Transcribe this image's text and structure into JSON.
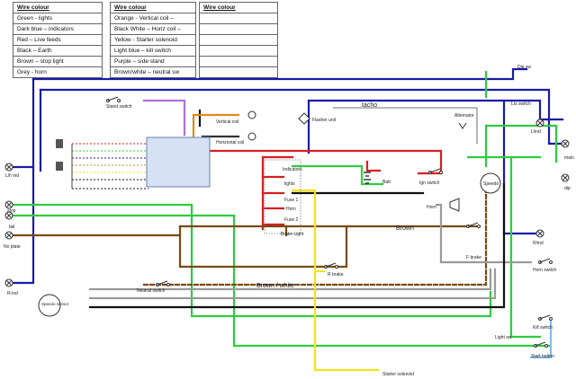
{
  "legend": {
    "col1": {
      "header": "Wire colour",
      "items": [
        "Green - lights",
        "Dark blue – indicators",
        "Red – Live feeds",
        "Black – Earth",
        "Brown – stop light",
        "Grey - horn"
      ]
    },
    "col2": {
      "header": "Wire colour",
      "items": [
        "Orange - Vertical coil –",
        "Black White – Horiz coil –",
        "Yellow - Starter solenoid",
        "Light blue – kill switch",
        "Purple – side stand",
        "Brown/white – neutral sw"
      ]
    },
    "col3": {
      "header": "Wire colour",
      "items": [
        "",
        "",
        "",
        "",
        "",
        ""
      ]
    }
  },
  "labels": {
    "dip_sw": "Dip sw",
    "lights_sw": "Lts switch",
    "l_ind_right": "L/ind",
    "main": "main",
    "dip": "dip",
    "r_ind_right": "R/ind",
    "horn_switch": "Horn switch",
    "kill_switch": "Kill switch",
    "light_sw": "Light sw",
    "start_button": "Start button",
    "starter_solenoid": "Starter solenoid",
    "stand_switch": "Stand switch",
    "vertical_coil": "Vertical coil",
    "horizontal_coil": "Horizontal coil",
    "flasher_unit": "Flasher unit",
    "tacho": "tacho",
    "alternator": "Alternator",
    "l_ind_left": "L/h ind",
    "mid": "stop",
    "tail": "tail",
    "no_plate": "No plate",
    "r_ind_left": "R-ind",
    "speedo_sensor": "Speedo sensor",
    "neutral_switch": "Neutral switch",
    "indicators": "Indicators",
    "lights": "lights",
    "fuse1": "Fuse 1",
    "horn_fuse": "Horn",
    "fuse2": "Fuse 2",
    "brake_light": "Brake Light",
    "batt": "Batt",
    "ign_switch": "Ign switch",
    "horn": "Horn",
    "speedo": "Speedo",
    "brown": "Brown",
    "brown_white": "Brown / white",
    "r_brake": "R brake",
    "f_brake": "F brake"
  },
  "colors": {
    "green": "#2ecc40",
    "dark_blue": "#1a1aa6",
    "red": "#d62020",
    "black": "#111111",
    "brown": "#7a4a12",
    "grey": "#9a9a9a",
    "orange": "#e08a1a",
    "yellow": "#f2e21a",
    "light_blue": "#88bbe8",
    "purple": "#b070e0"
  }
}
